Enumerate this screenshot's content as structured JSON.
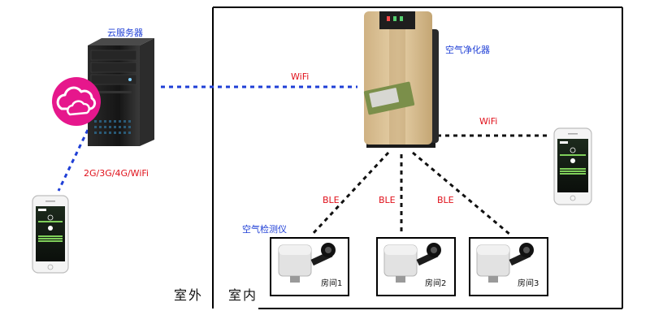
{
  "labels": {
    "cloud_server": "云服务器",
    "air_purifier": "空气净化器",
    "air_monitor": "空气检测仪",
    "outdoor": "室外",
    "indoor": "室内",
    "wifi_server": "WiFi",
    "wifi_phone": "WiFi",
    "cellular": "2G/3G/4G/WiFi",
    "ble": [
      "BLE",
      "BLE",
      "BLE"
    ],
    "rooms": [
      "房间1",
      "房间2",
      "房间3"
    ]
  },
  "colors": {
    "blue_link": "#1f3fd6",
    "black_link": "#111111",
    "red_text": "#e0101a",
    "cloud_badge": "#e6178c",
    "purifier_gold": "#d8bd8f"
  },
  "phone_screen": {
    "brand": "STRONG"
  }
}
